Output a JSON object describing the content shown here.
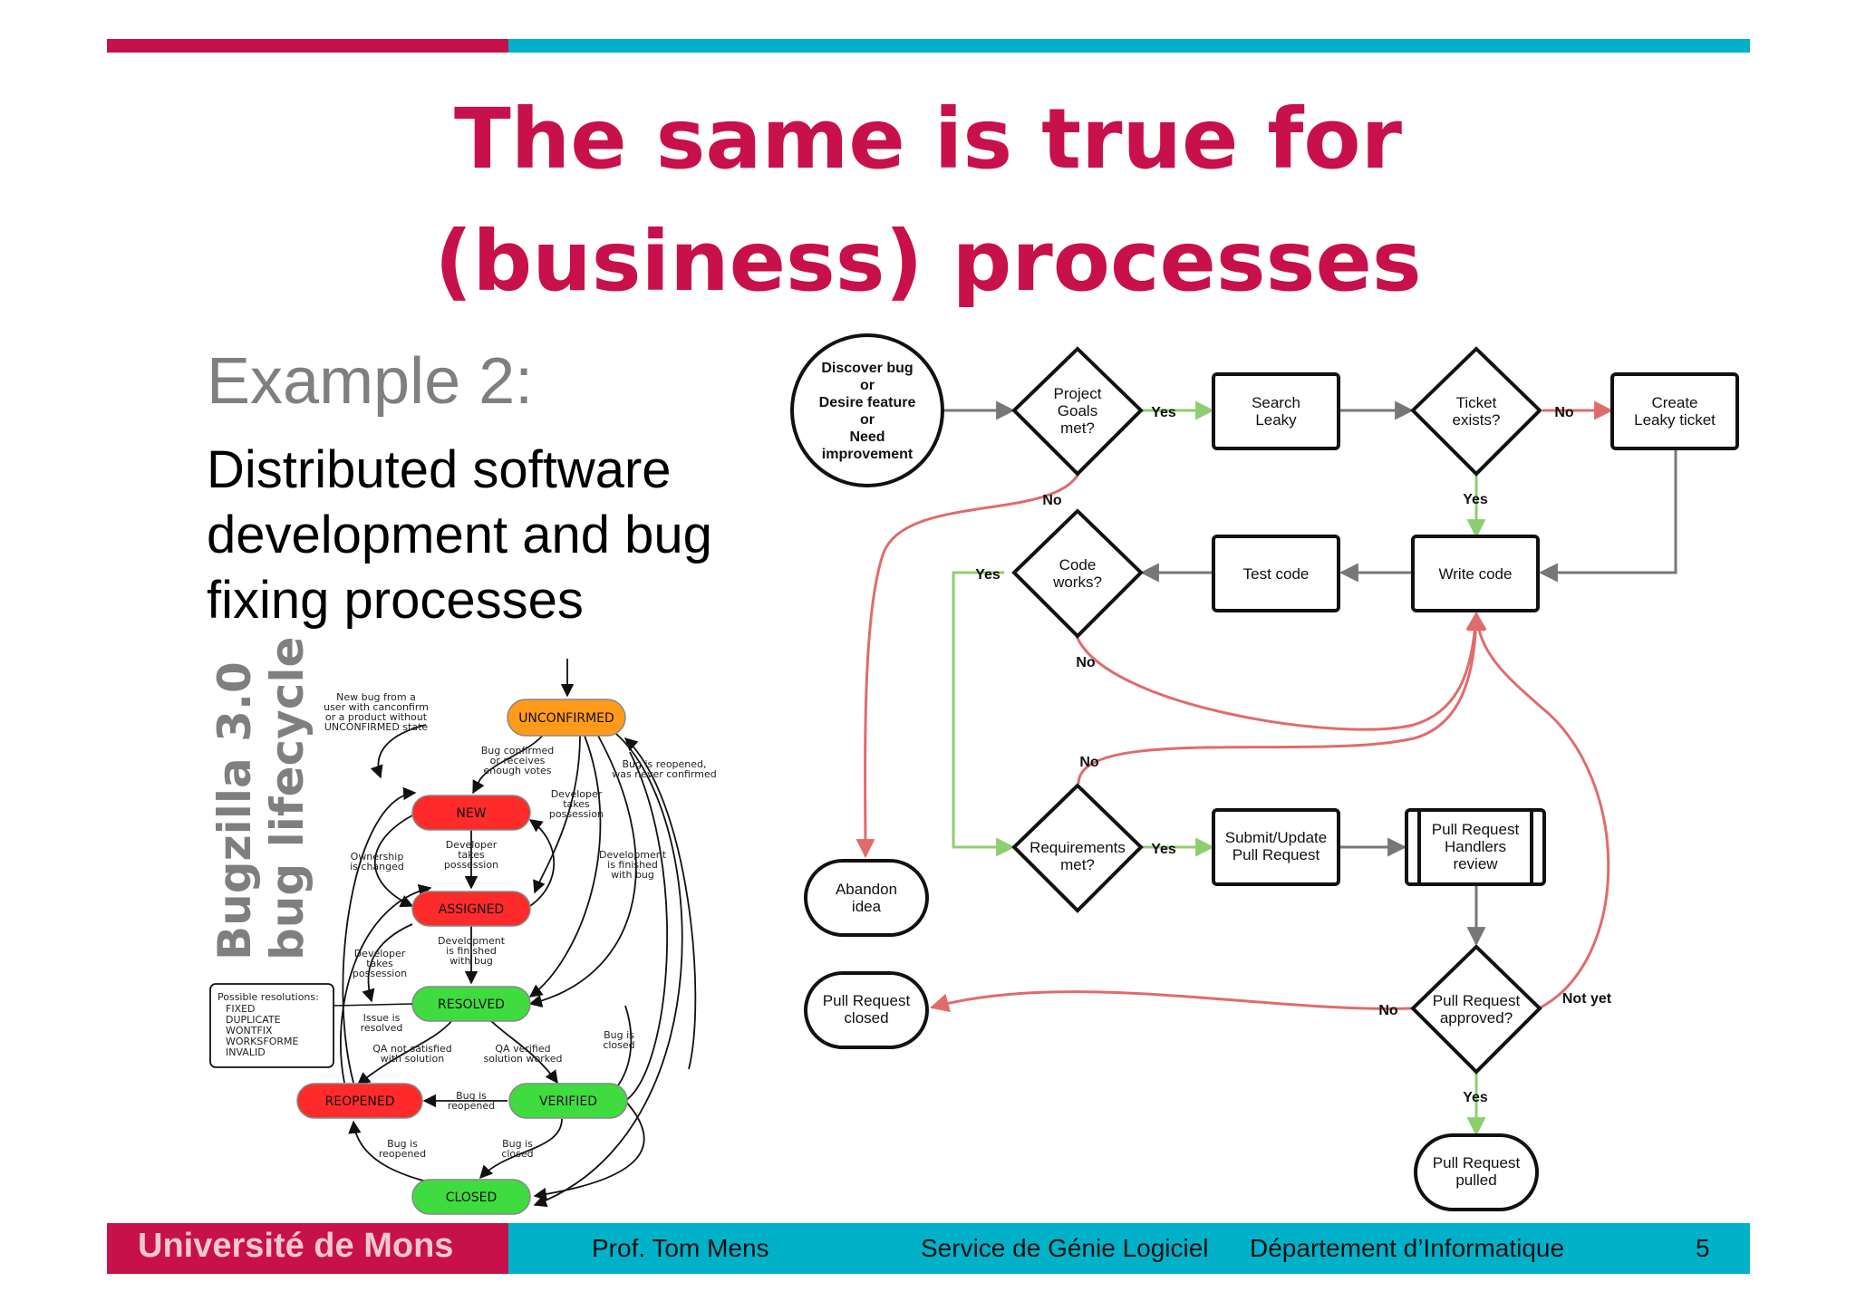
{
  "title": {
    "line1": "The same is true for",
    "line2": "(business) processes"
  },
  "example_heading": "Example 2:",
  "subtext": "Distributed software development and bug fixing processes",
  "bugzilla_label": {
    "line1": "Bugzilla 3.0",
    "line2": "bug lifecycle"
  },
  "footer": {
    "university": "Université de Mons",
    "professor": "Prof. Tom Mens",
    "service": "Service de Génie Logiciel",
    "department": "Département d’Informatique",
    "page": "5"
  },
  "flowchart": {
    "discover": [
      "Discover bug",
      "or",
      "Desire feature",
      "or",
      "Need",
      "improvement"
    ],
    "project_goals": [
      "Project",
      "Goals",
      "met?"
    ],
    "search_leaky": [
      "Search",
      "Leaky"
    ],
    "ticket_exists": [
      "Ticket",
      "exists?"
    ],
    "create_ticket": [
      "Create",
      "Leaky ticket"
    ],
    "code_works": [
      "Code",
      "works?"
    ],
    "test_code": "Test code",
    "write_code": "Write code",
    "abandon": [
      "Abandon",
      "idea"
    ],
    "requirements": [
      "Requirements",
      "met?"
    ],
    "submit_pr": [
      "Submit/Update",
      "Pull Request"
    ],
    "pr_handlers": [
      "Pull Request",
      "Handlers",
      "review"
    ],
    "pr_closed": [
      "Pull Request",
      "closed"
    ],
    "pr_approved": [
      "Pull Request",
      "approved?"
    ],
    "pr_pulled": [
      "Pull Request",
      "pulled"
    ],
    "labels": {
      "yes": "Yes",
      "no": "No",
      "not_yet": "Not yet"
    }
  },
  "bugzilla": {
    "states": {
      "unconfirmed": "UNCONFIRMED",
      "new": "NEW",
      "assigned": "ASSIGNED",
      "resolved": "RESOLVED",
      "reopened": "REOPENED",
      "verified": "VERIFIED",
      "closed": "CLOSED"
    },
    "annotations": {
      "new_bug": [
        "New bug from a",
        "user with canconfirm",
        "or a product without",
        "UNCONFIRMED state"
      ],
      "bug_confirmed": [
        "Bug confirmed",
        "or receives",
        "enough votes"
      ],
      "bug_reopened_never": [
        "Bug is reopened,",
        "was never confirmed"
      ],
      "dev_takes_1": [
        "Developer",
        "takes",
        "possession"
      ],
      "ownership": [
        "Ownership",
        "is changed"
      ],
      "dev_takes_2": [
        "Developer",
        "takes",
        "possession"
      ],
      "dev_finished_1": [
        "Development",
        "is finished",
        "with bug"
      ],
      "dev_finished_2": [
        "Development",
        "is finished",
        "with bug"
      ],
      "dev_takes_3": [
        "Developer",
        "takes",
        "possession"
      ],
      "issue_resolved": [
        "Issue is",
        "resolved"
      ],
      "bug_closed_1": [
        "Bug is",
        "closed"
      ],
      "qa_not_satisfied": [
        "QA not satisfied",
        "with solution"
      ],
      "qa_verified": [
        "QA verified",
        "solution worked"
      ],
      "bug_reopened_1": [
        "Bug is",
        "reopened"
      ],
      "bug_reopened_2": [
        "Bug is",
        "reopened"
      ],
      "bug_closed_2": [
        "Bug is",
        "closed"
      ]
    },
    "resolutions": [
      "Possible resolutions:",
      "FIXED",
      "DUPLICATE",
      "WONTFIX",
      "WORKSFORME",
      "INVALID"
    ]
  },
  "colors": {
    "brand_red": "#c8104a",
    "brand_cyan": "#00b1c9",
    "arrow_red": "#e06b6b",
    "arrow_green": "#8fce70",
    "state_red": "#ff2a2a",
    "state_green": "#3fdc3f",
    "state_orange": "#ff9a1a"
  }
}
